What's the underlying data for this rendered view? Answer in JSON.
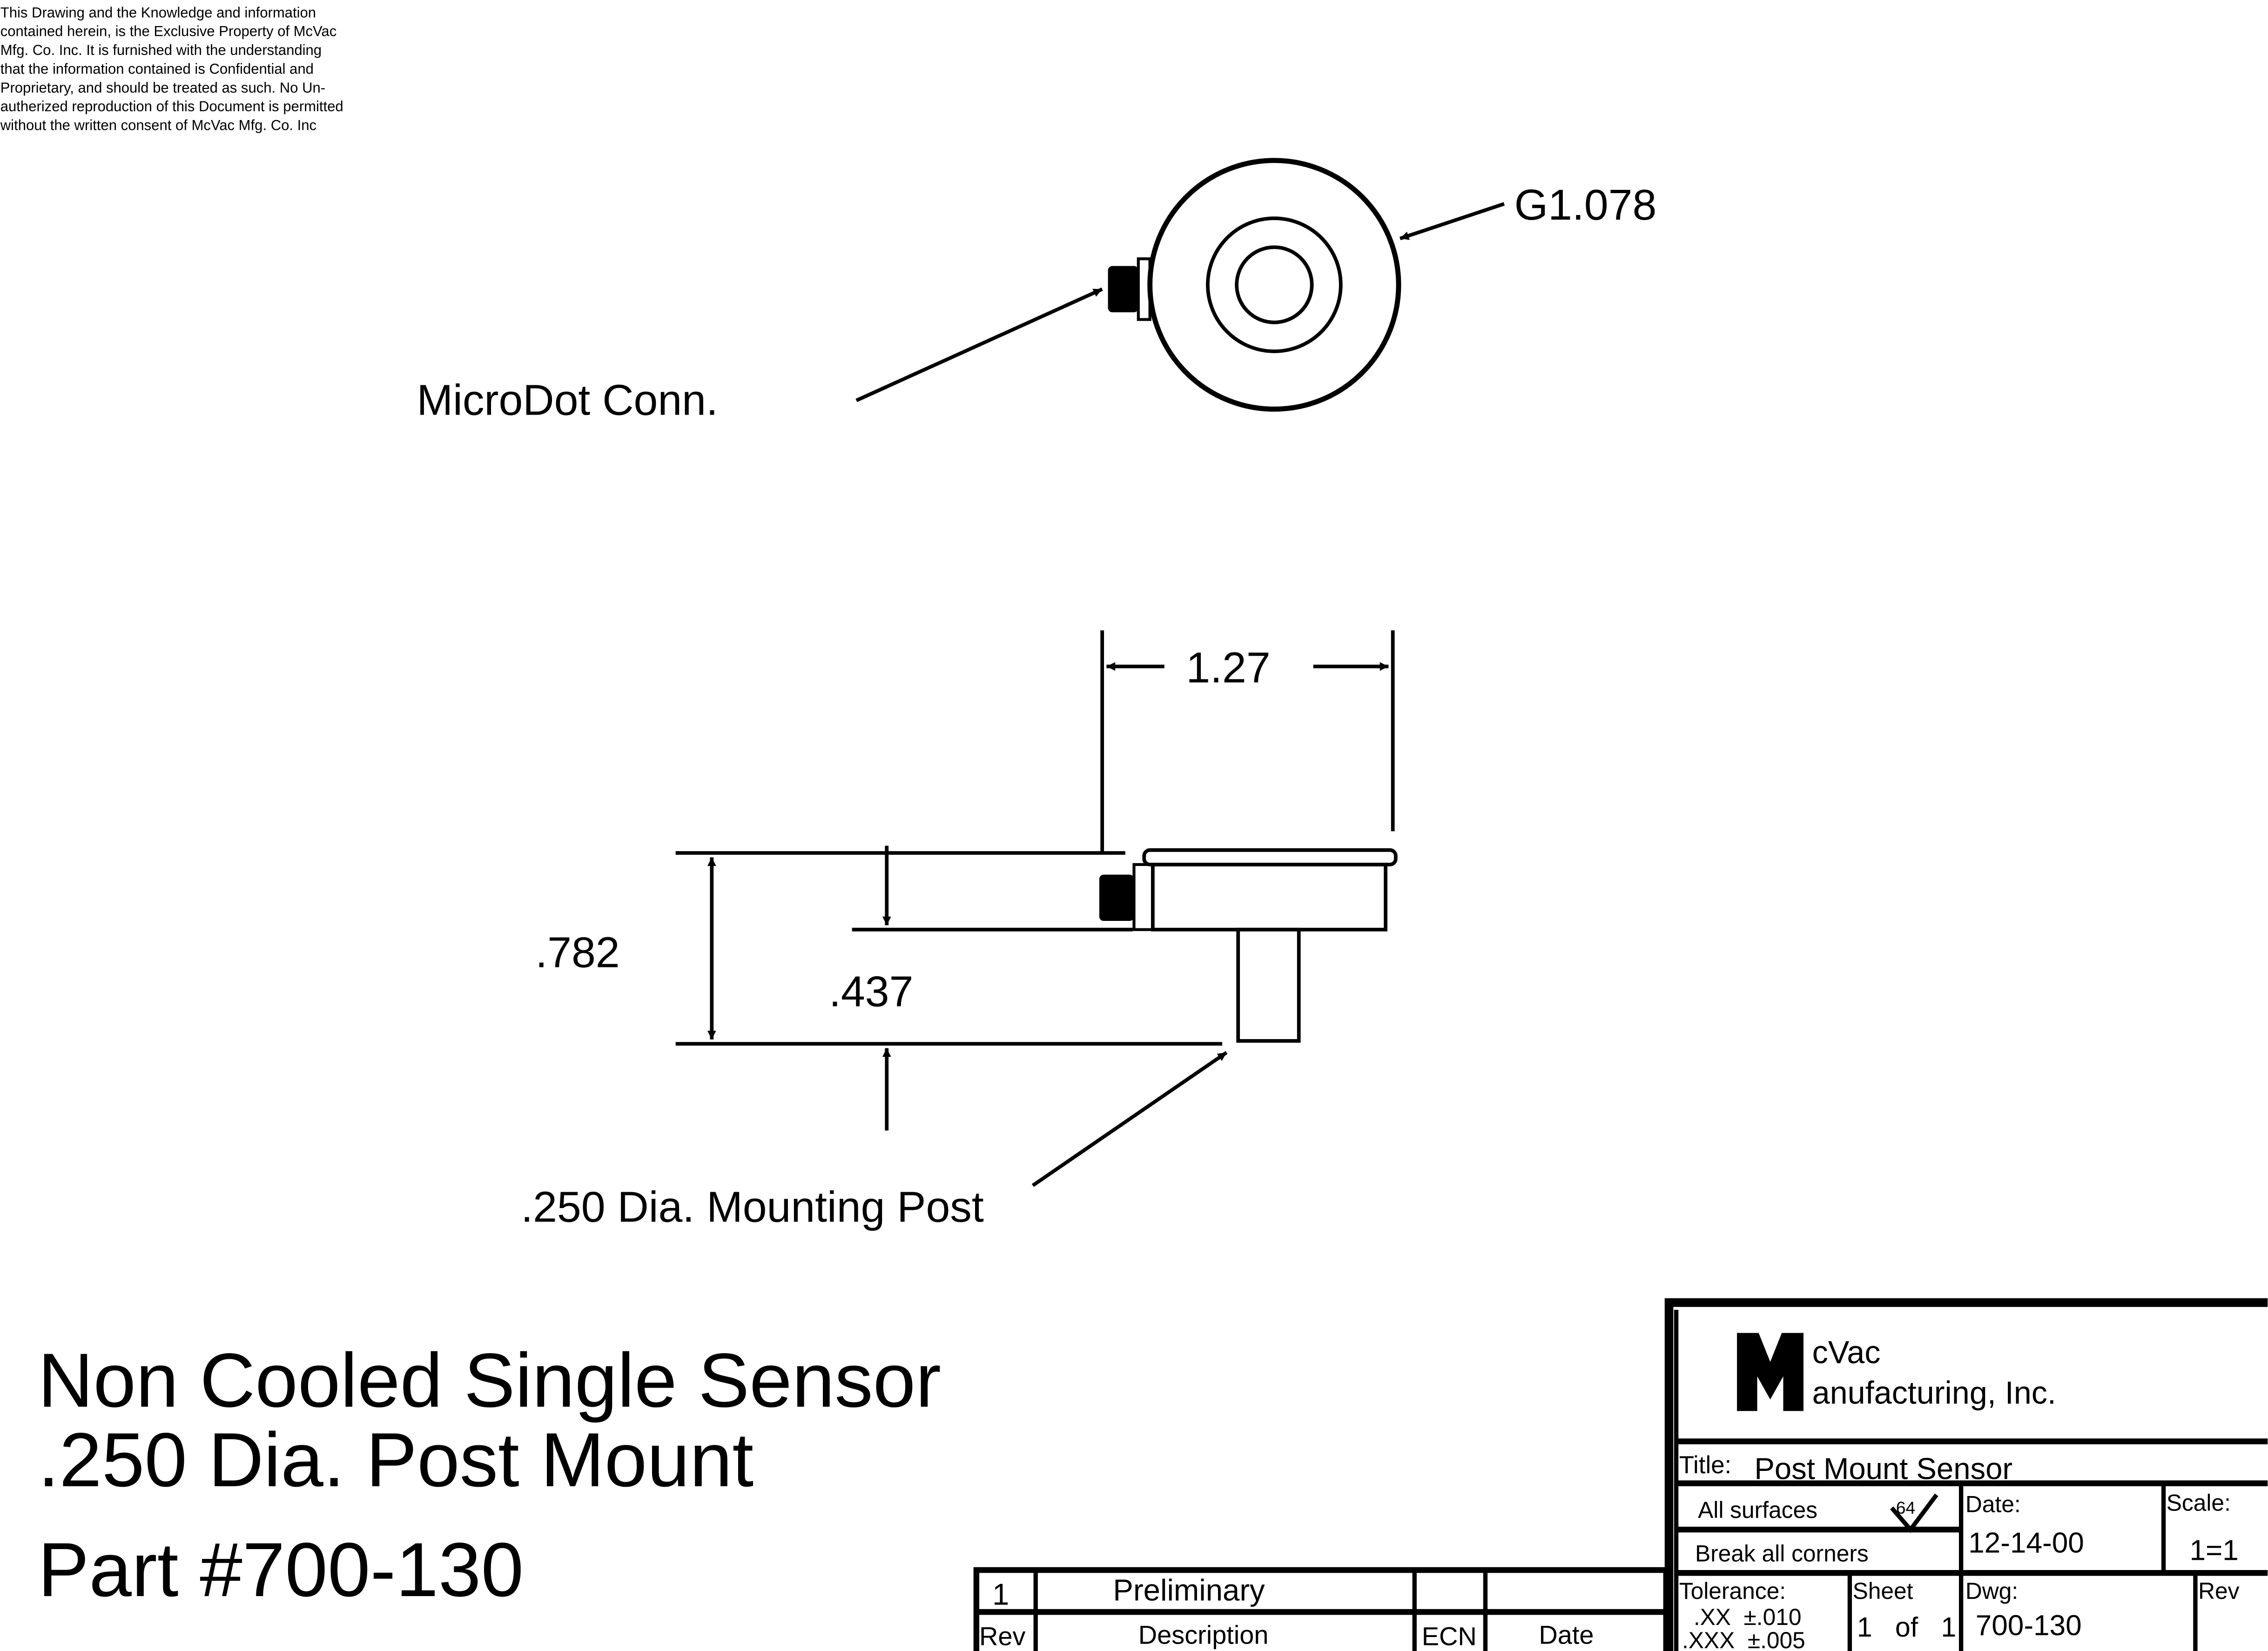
{
  "disclaimer": [
    "This Drawing and the Knowledge and information",
    "contained herein, is the Exclusive Property of McVac",
    "Mfg. Co. Inc. It is furnished with the understanding",
    "that the information contained is Confidential and",
    "Proprietary, and should be treated as such. No Un-",
    "autherized reproduction of this Document is permitted",
    "without the written consent of McVac Mfg. Co. Inc"
  ],
  "callouts": {
    "outer_dia": "G1.078",
    "connector": "MicroDot Conn.",
    "width_dim": "1.27",
    "height_total": ".782",
    "height_body": ".437",
    "post": ".250 Dia. Mounting Post"
  },
  "heading": {
    "line1": "Non Cooled Single Sensor",
    "line2": ".250 Dia. Post Mount",
    "part": "Part #700-130"
  },
  "title_block": {
    "company_line1": "cVac",
    "company_line2": "anufacturing, Inc.",
    "logo_letter": "M",
    "title_label": "Title:",
    "title_value": "Post Mount Sensor",
    "surfaces": "All surfaces",
    "surface_finish": "64",
    "corners": "Break all corners",
    "date_label": "Date:",
    "date_value": "12-14-00",
    "scale_label": "Scale:",
    "scale_value": "1=1",
    "tolerance_label": "Tolerance:",
    "tol_xx": ".XX  ±.010",
    "tol_xxx": ".XXX  ±.005",
    "sheet_label": "Sheet",
    "sheet_value": "1   of   1",
    "dwg_label": "Dwg:",
    "dwg_value": "700-130",
    "rev_label": "Rev"
  },
  "revisions": {
    "headers": [
      "Rev",
      "Description",
      "ECN",
      "Date"
    ],
    "rows": [
      [
        "1",
        "Preliminary",
        "",
        ""
      ]
    ]
  }
}
